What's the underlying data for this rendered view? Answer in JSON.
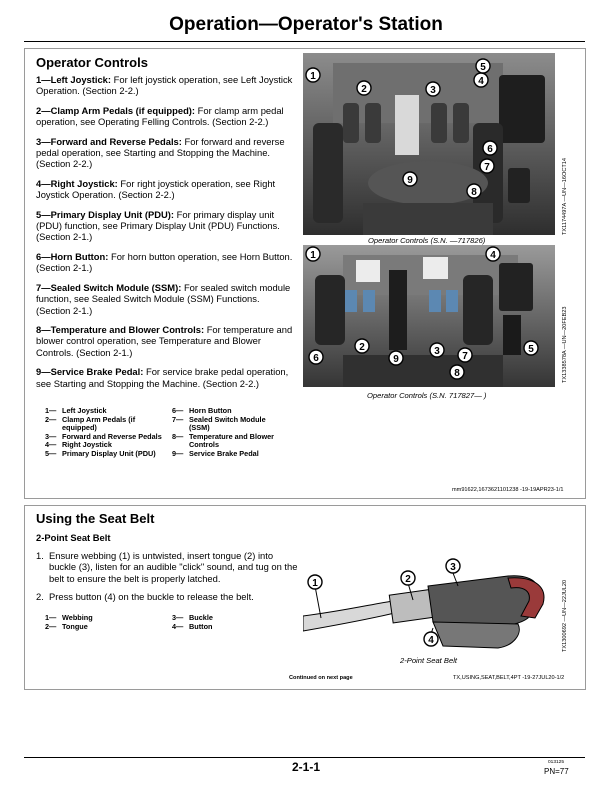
{
  "page_title": "Operation—Operator's Station",
  "section1": {
    "heading": "Operator Controls",
    "items": [
      {
        "label": "1—Left Joystick:",
        "text": " For left joystick operation, see Left Joystick Operation. (Section 2-2.)"
      },
      {
        "label": "2—Clamp Arm Pedals (if equipped):",
        "text": " For clamp arm pedal operation, see Operating Felling Controls. (Section 2-2.)"
      },
      {
        "label": "3—Forward and Reverse Pedals:",
        "text": " For forward and reverse pedal operation, see Starting and Stopping the Machine. (Section 2-2.)"
      },
      {
        "label": "4—Right Joystick:",
        "text": " For right joystick operation, see Right Joystick Operation. (Section 2-2.)"
      },
      {
        "label": "5—Primary Display Unit (PDU):",
        "text": " For primary display unit (PDU) function, see Primary Display Unit (PDU) Functions. (Section 2-1.)"
      },
      {
        "label": "6—Horn Button:",
        "text": " For horn button operation, see Horn Button. (Section 2-1.)"
      },
      {
        "label": "7—Sealed Switch Module (SSM):",
        "text": " For sealed switch module function, see Sealed Switch Module (SSM) Functions. (Section 2-1.)"
      },
      {
        "label": "8—Temperature and Blower Controls:",
        "text": " For temperature and blower control operation, see Temperature and Blower Controls. (Section 2-1.)"
      },
      {
        "label": "9—Service Brake Pedal:",
        "text": " For service brake pedal operation, see Starting and Stopping the Machine. (Section 2-2.)"
      }
    ],
    "legend_left": [
      {
        "n": "1—",
        "t": "Left Joystick"
      },
      {
        "n": "2—",
        "t": "Clamp Arm Pedals (if equipped)"
      },
      {
        "n": "3—",
        "t": "Forward and Reverse Pedals"
      },
      {
        "n": "4—",
        "t": "Right Joystick"
      },
      {
        "n": "5—",
        "t": "Primary Display Unit (PDU)"
      }
    ],
    "legend_right": [
      {
        "n": "6—",
        "t": "Horn Button"
      },
      {
        "n": "7—",
        "t": "Sealed Switch Module (SSM)"
      },
      {
        "n": "8—",
        "t": "Temperature and Blower Controls"
      },
      {
        "n": "9—",
        "t": "Service Brake Pedal"
      }
    ],
    "figure1": {
      "caption": "Operator Controls (S.N. —717826)",
      "side_code": "TX1174497A —UN—16OCT14",
      "callouts": [
        "1",
        "2",
        "3",
        "4",
        "5",
        "6",
        "7",
        "8",
        "9"
      ]
    },
    "figure2": {
      "caption": "Operator Controls (S.N. 717827— )",
      "side_code": "TX1338578A —UN—20FEB23",
      "callouts": [
        "1",
        "2",
        "3",
        "4",
        "5",
        "6",
        "7",
        "8",
        "9"
      ]
    },
    "ref_code": "mm91622,1673621101238 -19-19APR23-1/1"
  },
  "section2": {
    "heading": "Using the Seat Belt",
    "subheading": "2-Point Seat Belt",
    "steps": [
      {
        "n": "1.",
        "t": "Ensure webbing (1) is untwisted, insert tongue (2) into buckle (3), listen for an audible \"click\" sound, and tug on the belt to ensure the belt is properly latched."
      },
      {
        "n": "2.",
        "t": "Press button (4) on the buckle to release the belt."
      }
    ],
    "legend_left": [
      {
        "n": "1—",
        "t": "Webbing"
      },
      {
        "n": "2—",
        "t": "Tongue"
      }
    ],
    "legend_right": [
      {
        "n": "3—",
        "t": "Buckle"
      },
      {
        "n": "4—",
        "t": "Button"
      }
    ],
    "figure": {
      "caption": "2-Point Seat Belt",
      "side_code": "TX1300692 —UN—22JUL20",
      "callouts": [
        "1",
        "2",
        "3",
        "4"
      ]
    },
    "continued": "Continued on next page",
    "ref_code": "TX,USING,SEAT,BELT,4PT -19-27JUL20-1/2"
  },
  "footer": {
    "page_number": "2-1-1",
    "small_code": "013125",
    "pn": "PN=77"
  }
}
